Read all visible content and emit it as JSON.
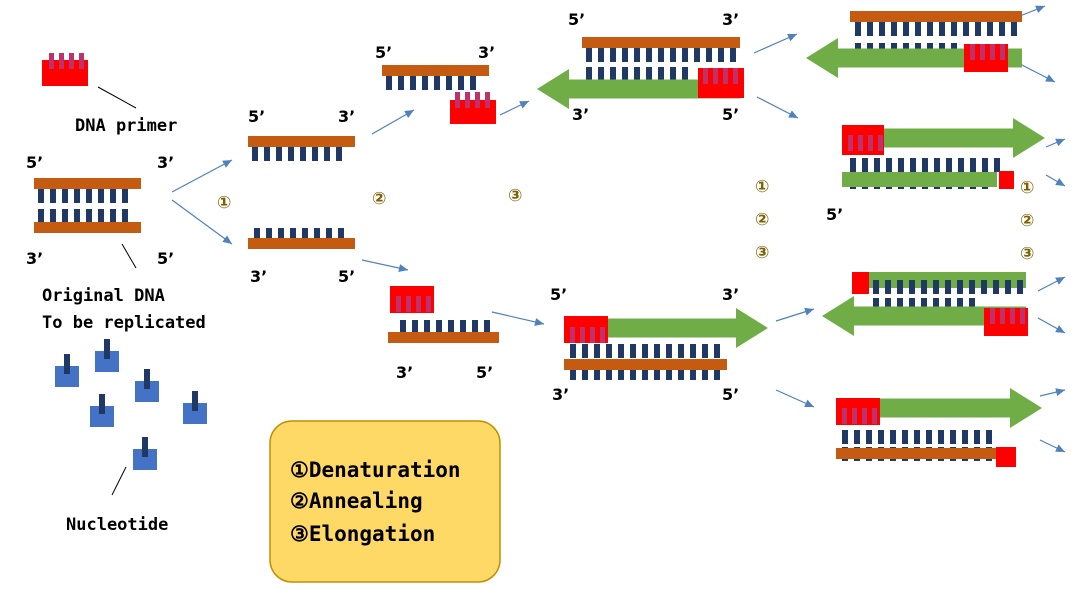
{
  "labels": {
    "dna_primer": "DNA primer",
    "original_dna_line1": "Original DNA",
    "original_dna_line2": "To be replicated",
    "nucleotide": "Nucleotide",
    "five_prime": "5’",
    "three_prime": "3’"
  },
  "steps": {
    "one": "①",
    "two": "②",
    "three": "③"
  },
  "legend": {
    "denaturation": "①Denaturation",
    "annealing": "②Annealing",
    "elongation": "③Elongation"
  },
  "colors": {
    "strand": "#c55a11",
    "base": "#1f3864",
    "primer": "#ff0000",
    "primer_base": "#c0306a",
    "new_strand": "#70ad47",
    "nucleotide": "#4472c4",
    "arrow": "#4f81bd",
    "step": "#7f6000",
    "legend_fill": "#ffd966",
    "legend_stroke": "#bf9000"
  }
}
